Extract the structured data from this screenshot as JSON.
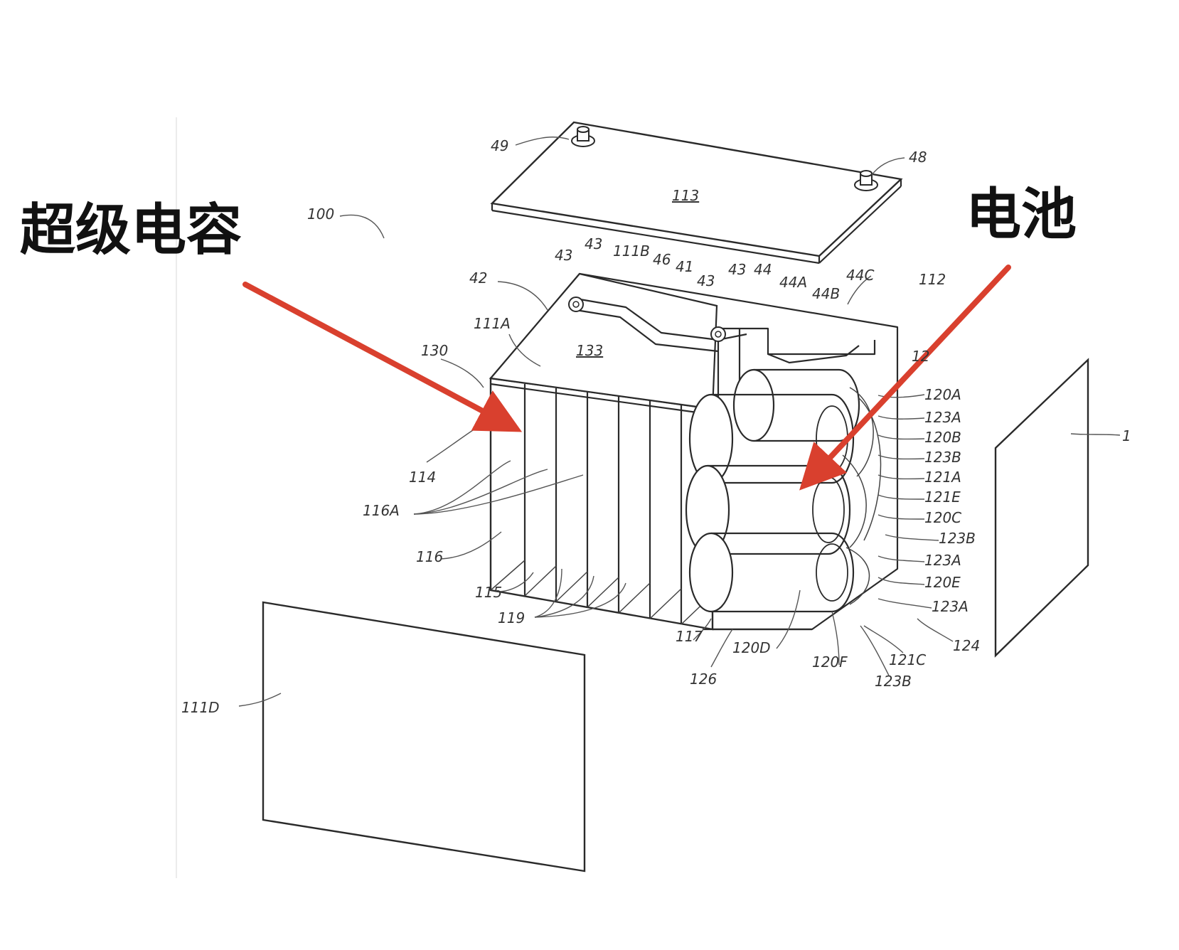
{
  "callouts": {
    "supercapacitor": "超级电容",
    "battery": "电池"
  },
  "accent_color": "#d9402e",
  "reference_numerals": {
    "r49": "49",
    "r48": "48",
    "r113": "113",
    "r100": "100",
    "r43a": "43",
    "r43b": "43",
    "r111b": "111B",
    "r46": "46",
    "r41": "41",
    "r43c": "43",
    "r43d": "43",
    "r44": "44",
    "r44a": "44A",
    "r44b": "44B",
    "r44c": "44C",
    "r112": "112",
    "r42": "42",
    "r111a": "111A",
    "r133": "133",
    "r130": "130",
    "r12x": "12",
    "r120a": "120A",
    "r123a1": "123A",
    "r120b": "120B",
    "r123b1": "123B",
    "r121a": "121A",
    "r121e": "121E",
    "r120c": "120C",
    "r123b2": "123B",
    "r123a2": "123A",
    "r120e": "120E",
    "r123a3": "123A",
    "r124": "124",
    "r121c": "121C",
    "r123b3": "123B",
    "r120f": "120F",
    "r120d": "120D",
    "r126": "126",
    "r117": "117",
    "r119": "119",
    "r115": "115",
    "r116": "116",
    "r116a": "116A",
    "r114": "114",
    "r111d": "111D",
    "r1side": "1"
  }
}
